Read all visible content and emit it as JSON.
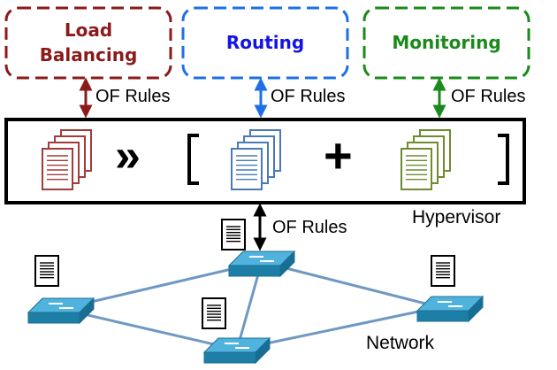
{
  "apps": {
    "load_balancing": {
      "label": "Load\nBalancing",
      "color": "#8B1A1A"
    },
    "routing": {
      "label": "Routing",
      "color": "#1414E6"
    },
    "monitoring": {
      "label": "Monitoring",
      "color": "#1A8A1A"
    }
  },
  "rule_labels": {
    "lb": "OF Rules",
    "routing": "OF Rules",
    "monitoring": "OF Rules",
    "hypervisor_down": "OF Rules"
  },
  "hypervisor": {
    "label": "Hypervisor"
  },
  "network": {
    "label": "Network"
  },
  "composition": {
    "sequential_operator": "»",
    "parallel_operator": "+"
  },
  "colors": {
    "lb_docs": "#A23B3B",
    "routing_docs": "#4A7AB5",
    "monitoring_docs": "#6E8C2E",
    "link": "#6F98C2",
    "switch_top": "#4FB3DE",
    "switch_side": "#1E7FA6"
  }
}
